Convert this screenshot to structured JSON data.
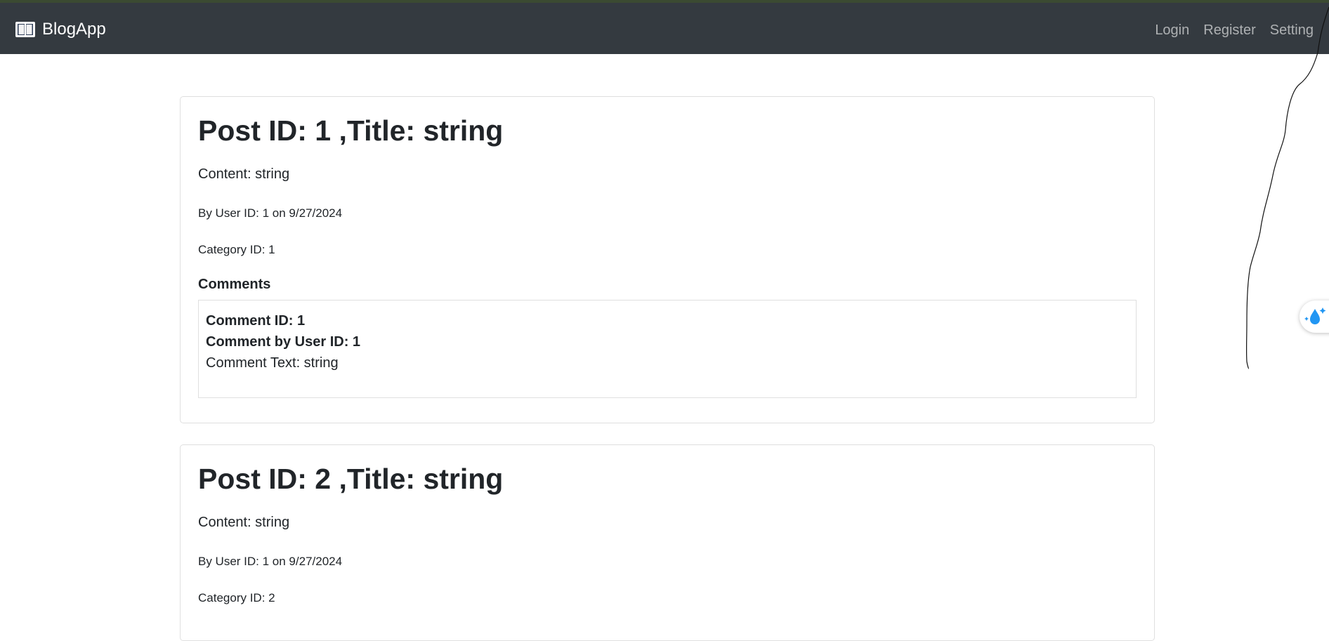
{
  "navbar": {
    "brand": "BlogApp",
    "links": [
      "Login",
      "Register",
      "Setting"
    ]
  },
  "posts": [
    {
      "title": "Post ID: 1 ,Title: string",
      "content": "Content: string",
      "byline": "By User ID: 1 on 9/27/2024",
      "category": "Category ID: 1",
      "comments_heading": "Comments",
      "comments": [
        {
          "id_line": "Comment ID: 1",
          "user_line": "Comment by User ID: 1",
          "text_line": "Comment Text: string"
        }
      ]
    },
    {
      "title": "Post ID: 2 ,Title: string",
      "content": "Content: string",
      "byline": "By User ID: 1 on 9/27/2024",
      "category": "Category ID: 2"
    }
  ],
  "icons": {
    "brand": "open-book-icon",
    "side_widget": "water-drop-sparkle-icon"
  },
  "colors": {
    "navbar_bg": "#343a40",
    "brand_text": "#ffffff",
    "nav_link": "#a3a6a9",
    "card_border": "#dfdfdf",
    "widget_accent": "#2196f3"
  }
}
